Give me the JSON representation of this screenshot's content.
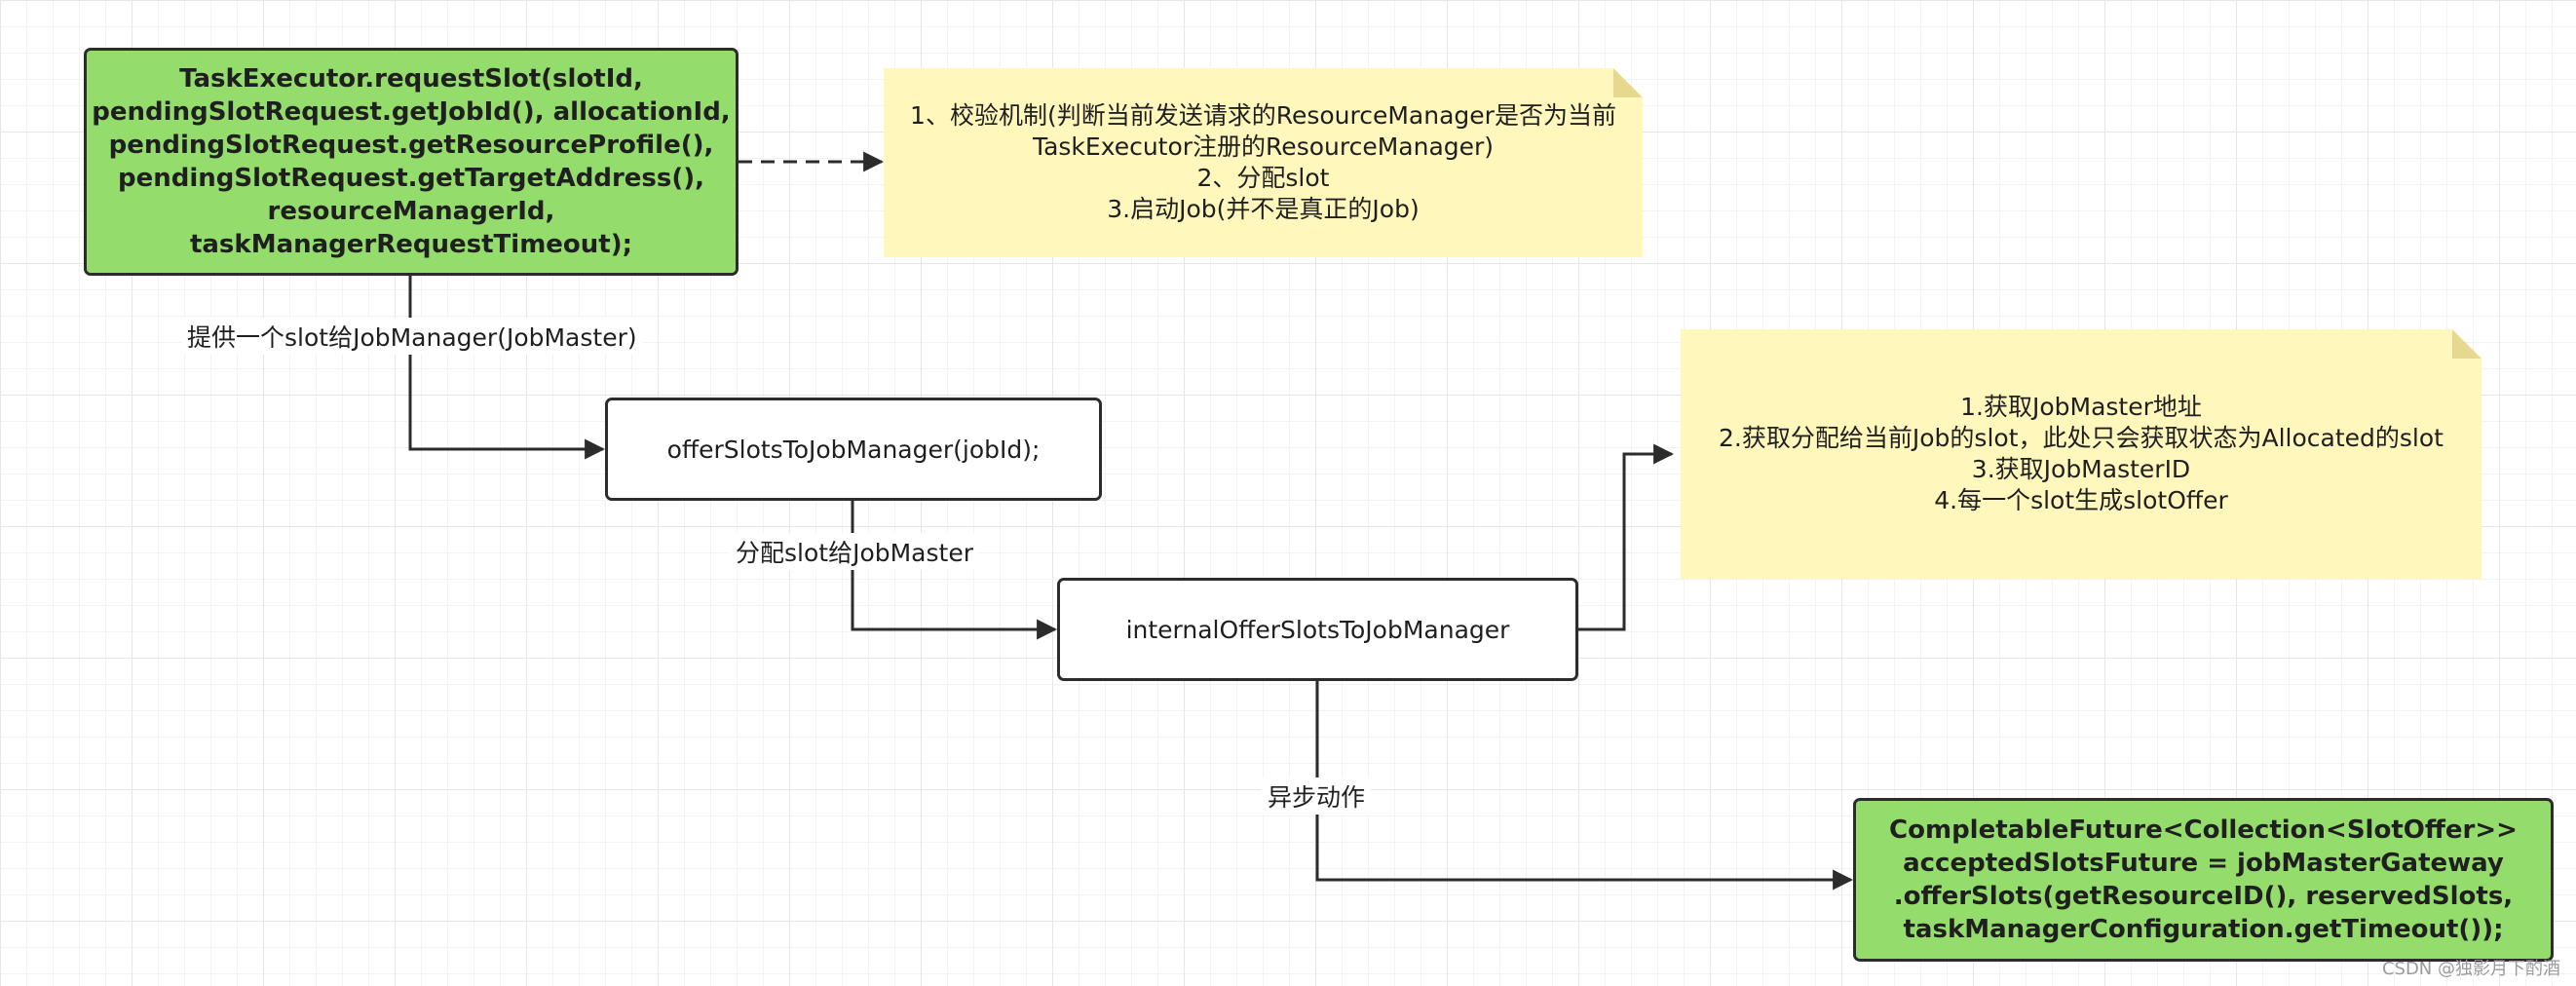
{
  "nodes": {
    "request_slot": "TaskExecutor.requestSlot(slotId,\npendingSlotRequest.getJobId(), allocationId,\npendingSlotRequest.getResourceProfile(),\npendingSlotRequest.getTargetAddress(),\nresourceManagerId,\ntaskManagerRequestTimeout);",
    "offer_slots": "offerSlotsToJobManager(jobId);",
    "internal_offer": "internalOfferSlotsToJobManager",
    "completable_future": "CompletableFuture<Collection<SlotOffer>>\nacceptedSlotsFuture = jobMasterGateway\n.offerSlots(getResourceID(), reservedSlots,\ntaskManagerConfiguration.getTimeout());"
  },
  "notes": {
    "note1": "1、校验机制(判断当前发送请求的ResourceManager是否为当前\nTaskExecutor注册的ResourceManager)\n2、分配slot\n3.启动Job(并不是真正的Job)",
    "note2": "1.获取JobMaster地址\n2.获取分配给当前Job的slot，此处只会获取状态为Allocated的slot\n3.获取JobMasterID\n4.每一个slot生成slotOffer"
  },
  "edge_labels": {
    "provide_slot": "提供一个slot给JobManager(JobMaster)",
    "assign_slot": "分配slot给JobMaster",
    "async_action": "异步动作"
  },
  "watermark": "CSDN @独影月下酌酒",
  "colors": {
    "green_box": "#94dc6c",
    "note_bg": "#fff7bb",
    "stroke": "#2c2c2c"
  }
}
